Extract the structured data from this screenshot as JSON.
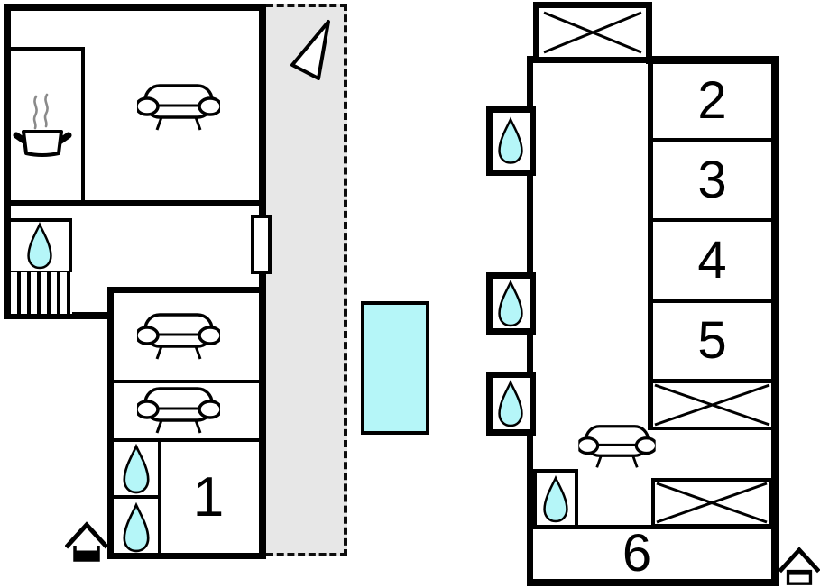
{
  "colors": {
    "background": "#ffffff",
    "water": "#b5f6f8",
    "terrace": "#e7e7e7",
    "line": "#000000",
    "steam": "#8a8a8a"
  },
  "rooms": {
    "r1": "1",
    "r2": "2",
    "r3": "3",
    "r4": "4",
    "r5": "5",
    "r6": "6"
  },
  "icons": {
    "water_drop": "water-drop-icon",
    "sofa": "sofa-icon",
    "cooking_pot": "cooking-pot-icon",
    "stairs": "stairs-icon",
    "stairwell_cross": "stairwell-cross-icon",
    "north_arrow": "north-arrow-icon",
    "entrance_ground_floor": "house-ground-floor-icon",
    "entrance_upper_floor": "house-upper-floor-icon",
    "pool": "pool",
    "terrace": "terrace",
    "door": "door"
  }
}
